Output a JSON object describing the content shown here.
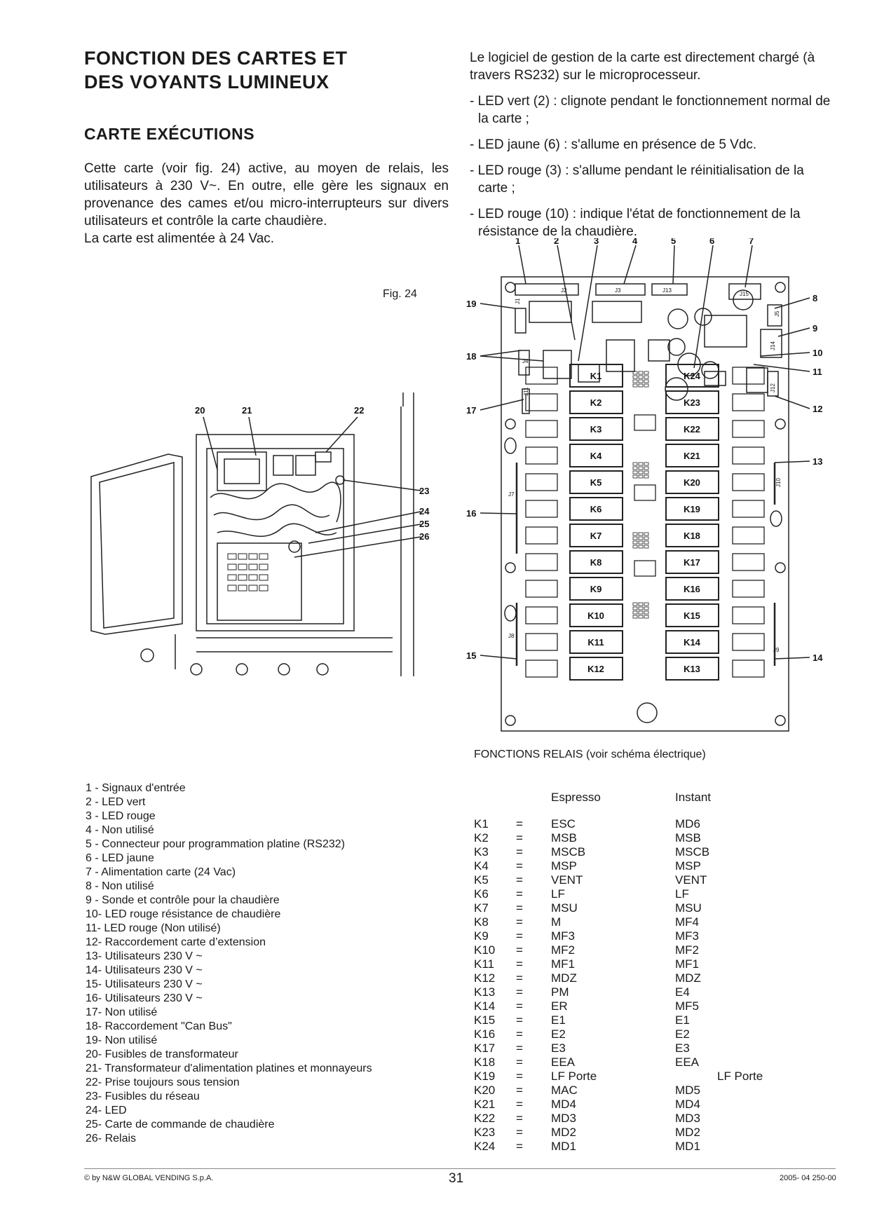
{
  "title": "FONCTION DES CARTES ET DES VOYANTS LUMINEUX",
  "subtitle": "CARTE EXÉCUTIONS",
  "intro": [
    "Cette carte (voir fig. 24) active, au moyen de relais, les utilisateurs à 230 V~. En outre, elle gère les signaux en provenance des cames et/ou micro-interrupteurs sur divers utilisateurs et contrôle la carte chaudière.",
    "La carte est alimentée à 24 Vac."
  ],
  "right_text": "Le logiciel de gestion de la carte est directement chargé (à travers RS232) sur le microprocesseur.",
  "led_items": [
    "- LED vert (2) : clignote pendant le fonctionnement normal de la carte ;",
    "- LED jaune (6) : s'allume en présence de 5 Vdc.",
    "- LED rouge (3) : s'allume pendant le réinitialisation de la carte ;",
    "- LED rouge (10) : indique l'état de fonctionnement de la résistance de la chaudière."
  ],
  "fig_label": "Fig. 24",
  "left_fig_callouts": [
    "20",
    "21",
    "22",
    "23",
    "24",
    "25",
    "26"
  ],
  "board": {
    "top_callouts": [
      "1",
      "2",
      "3",
      "4",
      "5",
      "6",
      "7"
    ],
    "left_callouts": [
      "19",
      "18",
      "17",
      "16",
      "15"
    ],
    "right_callouts": [
      "8",
      "9",
      "10",
      "11",
      "12",
      "13",
      "14"
    ],
    "connectors": [
      "J1",
      "J2",
      "J3",
      "J13",
      "J15",
      "J5",
      "J14",
      "J4",
      "J11",
      "J12",
      "J7",
      "J10",
      "J8",
      "J9"
    ],
    "relays_left": [
      "K1",
      "K2",
      "K3",
      "K4",
      "K5",
      "K6",
      "K7",
      "K8",
      "K9",
      "K10",
      "K11",
      "K12"
    ],
    "relays_right": [
      "K24",
      "K23",
      "K22",
      "K21",
      "K20",
      "K19",
      "K18",
      "K17",
      "K16",
      "K15",
      "K14",
      "K13"
    ]
  },
  "legend": [
    "1 - Signaux d'entrée",
    "2 - LED vert",
    "3 - LED rouge",
    "4 - Non utilisé",
    "5 - Connecteur pour programmation platine  (RS232)",
    "6 - LED jaune",
    "7 - Alimentation carte (24 Vac)",
    "8 - Non utilisé",
    "9 - Sonde et contrôle pour la chaudière",
    "10- LED rouge résistance de chaudière",
    "11- LED rouge (Non utilisé)",
    "12- Raccordement carte d’extension",
    "13- Utilisateurs  230 V ~",
    "14- Utilisateurs  230 V ~",
    "15- Utilisateurs  230 V ~",
    "16- Utilisateurs  230 V ~",
    "17- Non utilisé",
    "18- Raccordement \"Can Bus\"",
    "19- Non utilisé",
    "20- Fusibles de transformateur",
    "21- Transformateur d'alimentation platines et monnayeurs",
    "22- Prise toujours sous tension",
    "23- Fusibles du réseau",
    "24- LED",
    "25- Carte de commande de chaudière",
    "26- Relais"
  ],
  "relay_title": "FONCTIONS RELAIS (voir schéma électrique)",
  "relay_headers": {
    "espresso": "Espresso",
    "instant": "Instant"
  },
  "relays": [
    {
      "k": "K1",
      "eq": "=",
      "espresso": "ESC",
      "instant": "MD6"
    },
    {
      "k": "K2",
      "eq": "=",
      "espresso": "MSB",
      "instant": "MSB"
    },
    {
      "k": "K3",
      "eq": "=",
      "espresso": "MSCB",
      "instant": "MSCB"
    },
    {
      "k": "K4",
      "eq": "=",
      "espresso": "MSP",
      "instant": "MSP"
    },
    {
      "k": "K5",
      "eq": "=",
      "espresso": "VENT",
      "instant": "VENT"
    },
    {
      "k": "K6",
      "eq": "=",
      "espresso": "LF",
      "instant": "LF"
    },
    {
      "k": "K7",
      "eq": "=",
      "espresso": "MSU",
      "instant": "MSU"
    },
    {
      "k": "K8",
      "eq": "=",
      "espresso": "M",
      "instant": "MF4"
    },
    {
      "k": "K9",
      "eq": "=",
      "espresso": "MF3",
      "instant": "MF3"
    },
    {
      "k": "K10",
      "eq": "=",
      "espresso": "MF2",
      "instant": "MF2"
    },
    {
      "k": "K11",
      "eq": "=",
      "espresso": "MF1",
      "instant": "MF1"
    },
    {
      "k": "K12",
      "eq": "=",
      "espresso": "MDZ",
      "instant": "MDZ"
    },
    {
      "k": "K13",
      "eq": "=",
      "espresso": "PM",
      "instant": "E4"
    },
    {
      "k": "K14",
      "eq": "=",
      "espresso": "ER",
      "instant": "MF5"
    },
    {
      "k": "K15",
      "eq": "=",
      "espresso": "E1",
      "instant": "E1"
    },
    {
      "k": "K16",
      "eq": "=",
      "espresso": "E2",
      "instant": "E2"
    },
    {
      "k": "K17",
      "eq": "=",
      "espresso": "E3",
      "instant": "E3"
    },
    {
      "k": "K18",
      "eq": "=",
      "espresso": "EEA",
      "instant": "EEA"
    },
    {
      "k": "K19",
      "eq": "=",
      "espresso": "LF Porte",
      "instant": "LF Porte"
    },
    {
      "k": "K20",
      "eq": "=",
      "espresso": "MAC",
      "instant": "MD5"
    },
    {
      "k": "K21",
      "eq": "=",
      "espresso": "MD4",
      "instant": "MD4"
    },
    {
      "k": "K22",
      "eq": "=",
      "espresso": "MD3",
      "instant": "MD3"
    },
    {
      "k": "K23",
      "eq": "=",
      "espresso": "MD2",
      "instant": "MD2"
    },
    {
      "k": "K24",
      "eq": "=",
      "espresso": "MD1",
      "instant": "MD1"
    }
  ],
  "footer": {
    "copyright": "© by N&W GLOBAL VENDING S.p.A.",
    "page": "31",
    "code": "2005- 04 250-00"
  }
}
